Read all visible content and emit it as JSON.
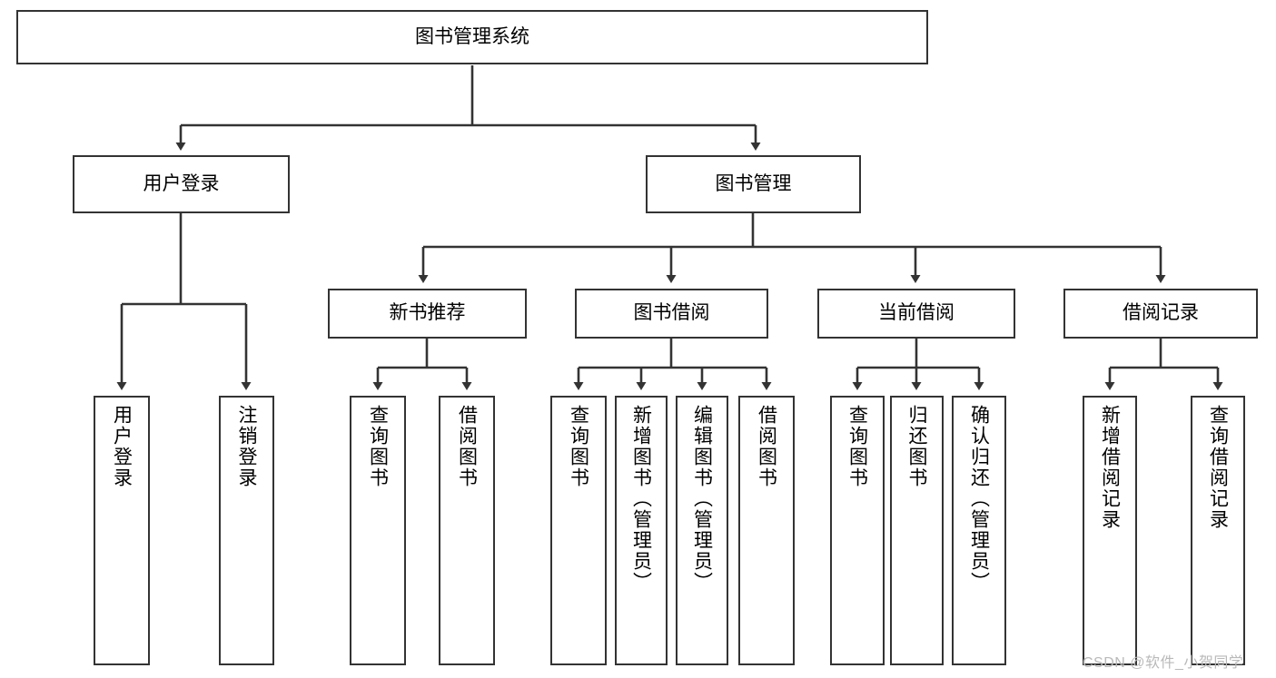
{
  "diagram": {
    "type": "tree",
    "title": "图书管理系统",
    "orientation": "top-down",
    "colors": {
      "box_border": "#333333",
      "box_fill": "#ffffff",
      "edge": "#333333",
      "text": "#000000",
      "watermark": "#b9b9b9",
      "background": "#ffffff"
    },
    "nodes": {
      "root": {
        "label": "图书管理系统"
      },
      "level2": [
        {
          "label": "用户登录"
        },
        {
          "label": "图书管理"
        }
      ],
      "level3": [
        {
          "label": "新书推荐"
        },
        {
          "label": "图书借阅"
        },
        {
          "label": "当前借阅"
        },
        {
          "label": "借阅记录"
        }
      ],
      "leaves": {
        "user_login": [
          {
            "label": "用户登录"
          },
          {
            "label": "注销登录"
          }
        ],
        "new_book_recommend": [
          {
            "label": "查询图书"
          },
          {
            "label": "借阅图书"
          }
        ],
        "book_borrow": [
          {
            "label": "查询图书"
          },
          {
            "label": "新增图书（管理员）"
          },
          {
            "label": "编辑图书（管理员）"
          },
          {
            "label": "借阅图书"
          }
        ],
        "current_borrow": [
          {
            "label": "查询图书"
          },
          {
            "label": "归还图书"
          },
          {
            "label": "确认归还（管理员）"
          }
        ],
        "borrow_record": [
          {
            "label": "新增借阅记录"
          },
          {
            "label": "查询借阅记录"
          }
        ]
      }
    },
    "watermark": "CSDN @软件_小贺同学"
  }
}
